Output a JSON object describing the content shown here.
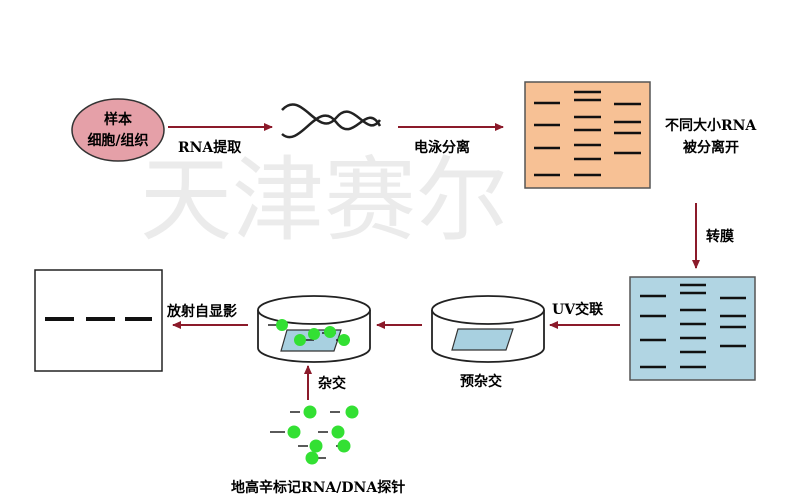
{
  "watermark": "天津赛尔",
  "sample": {
    "line1": "样本",
    "line2": "细胞/组织"
  },
  "steps": {
    "extract": "RNA提取",
    "electrophoresis": "电泳分离",
    "separated_line1": "不同大小RNA",
    "separated_line2": "被分离开",
    "transfer": "转膜",
    "crosslink": "UV交联",
    "prehyb": "预杂交",
    "hyb": "杂交",
    "autorad": "放射自显影",
    "probe": "地高辛标记RNA/DNA探针"
  },
  "colors": {
    "arrow": "#8b1a2a",
    "sample_fill": "#e5a0a8",
    "gel_fill": "#f7c195",
    "membrane_fill": "#b1d5e3",
    "dish_sheet": "#a8d0e0",
    "probe_dot": "#33e033",
    "band": "#111111"
  }
}
